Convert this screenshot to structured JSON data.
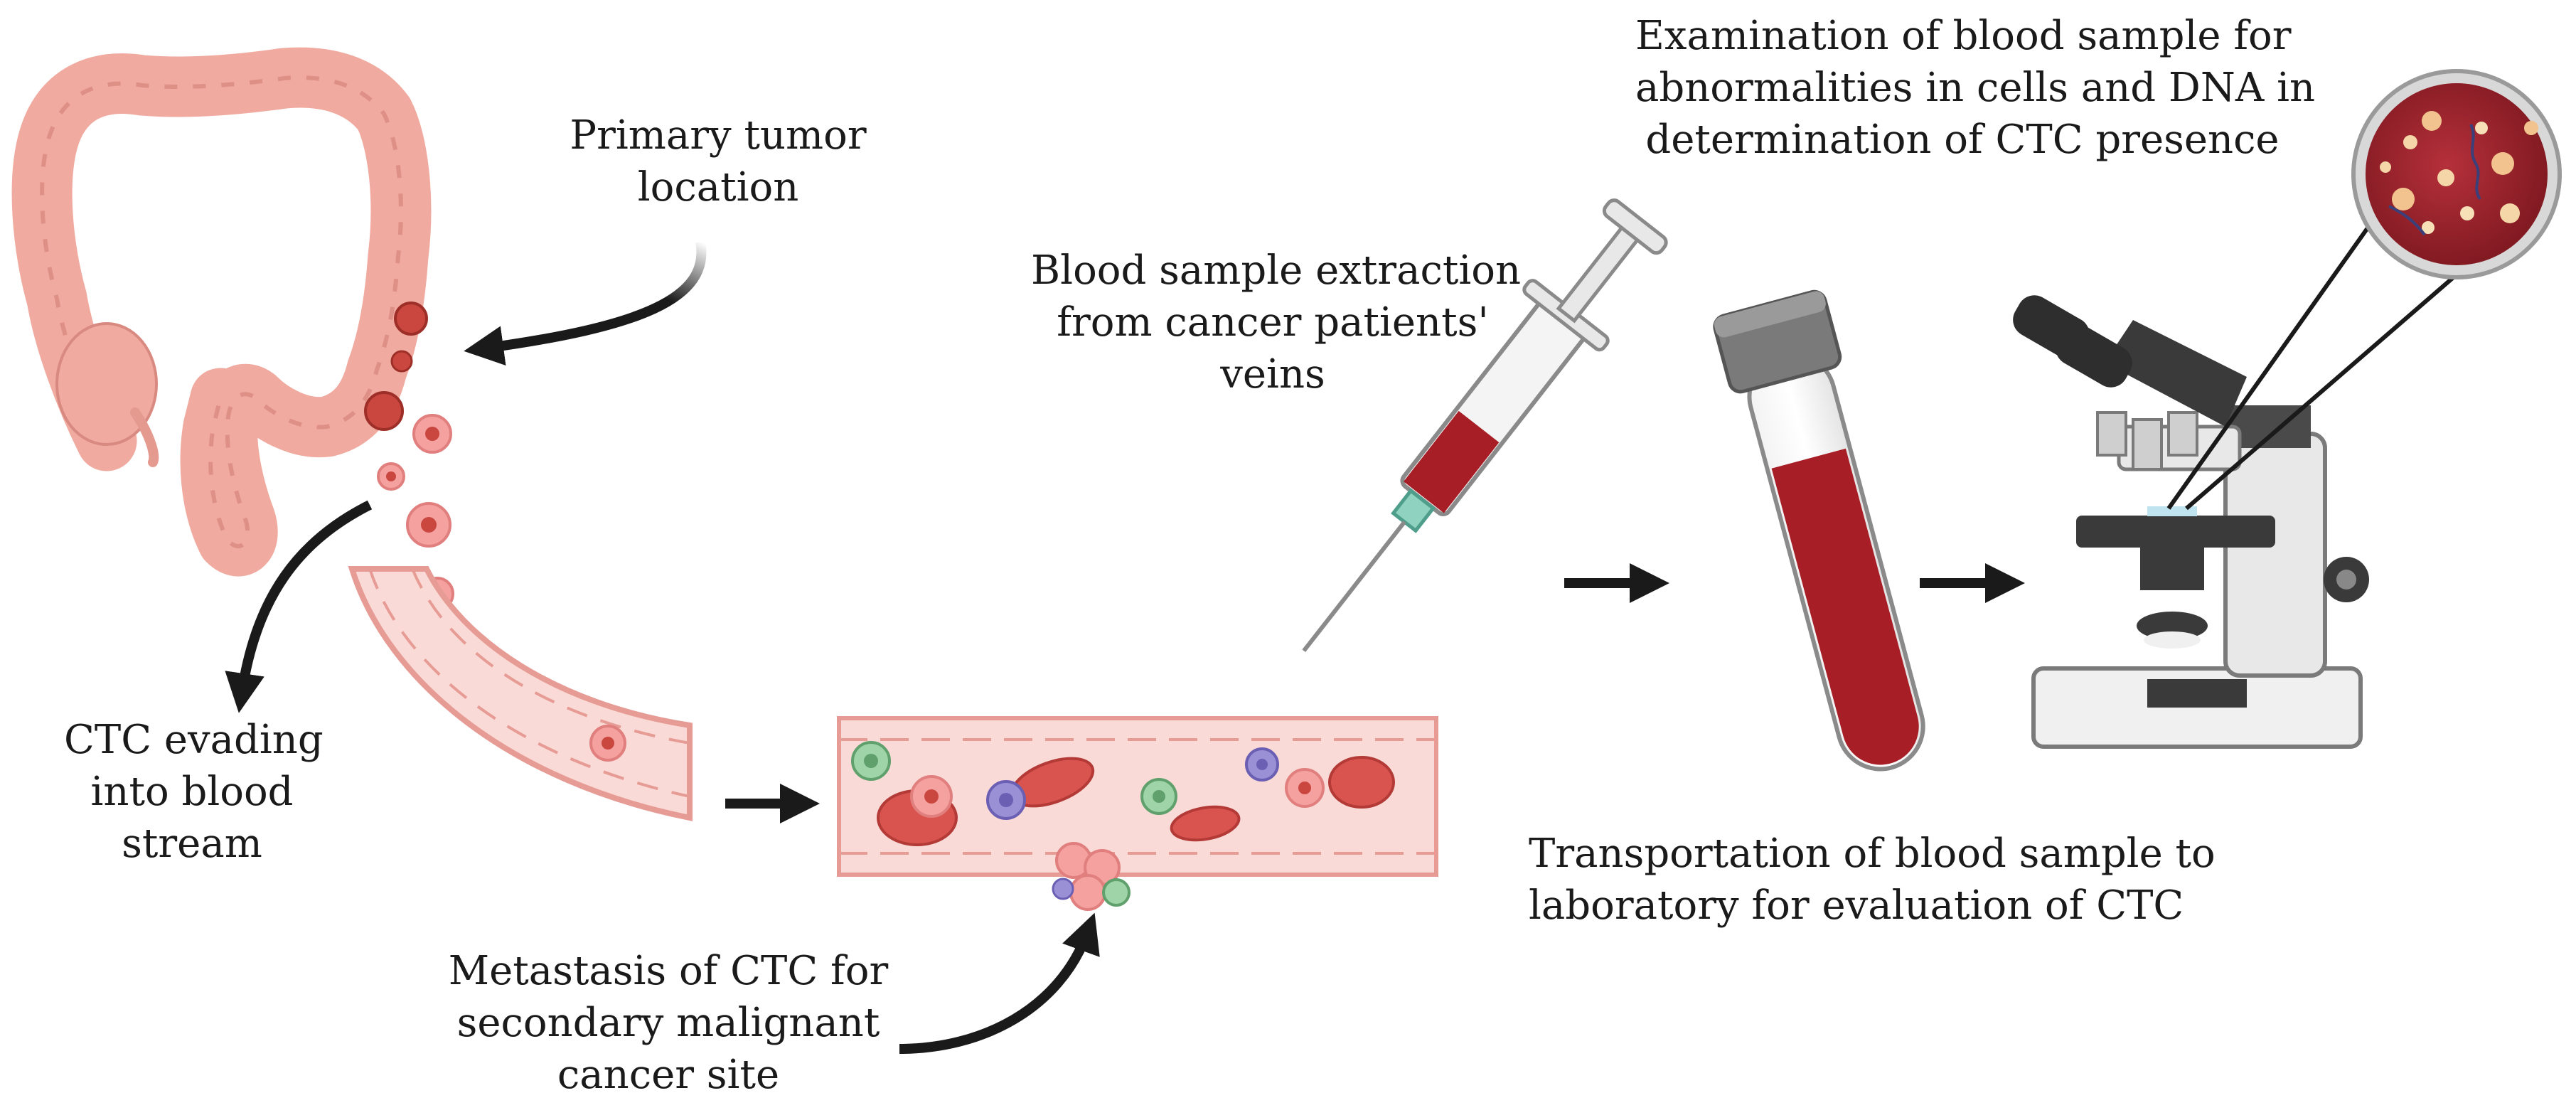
{
  "labels": {
    "primary_tumor": [
      "Primary tumor",
      "location"
    ],
    "ctc_evading": [
      "CTC evading",
      "into blood",
      "stream"
    ],
    "metastasis": [
      "Metastasis of CTC for",
      "secondary malignant",
      "cancer site"
    ],
    "blood_extraction": [
      "Blood sample extraction",
      "from cancer patients'",
      "veins"
    ],
    "transportation": [
      "Transportation of blood sample to",
      "laboratory for evaluation of CTC"
    ],
    "examination": [
      "Examination of blood sample for",
      "abnormalities in cells and DNA in",
      "determination of CTC presence"
    ]
  },
  "colors": {
    "colon": "#f0aaa0",
    "colon_outline": "#d98a80",
    "vessel": "#f9dad6",
    "vessel_wall": "#e79b95",
    "blood": "#a81e26",
    "tumor": "#c9473f",
    "arrow": "#1a1a1a"
  },
  "icons": [
    "colon-icon",
    "blood-vessel-icon",
    "syringe-icon",
    "blood-tube-icon",
    "microscope-icon",
    "petri-dish-icon"
  ]
}
